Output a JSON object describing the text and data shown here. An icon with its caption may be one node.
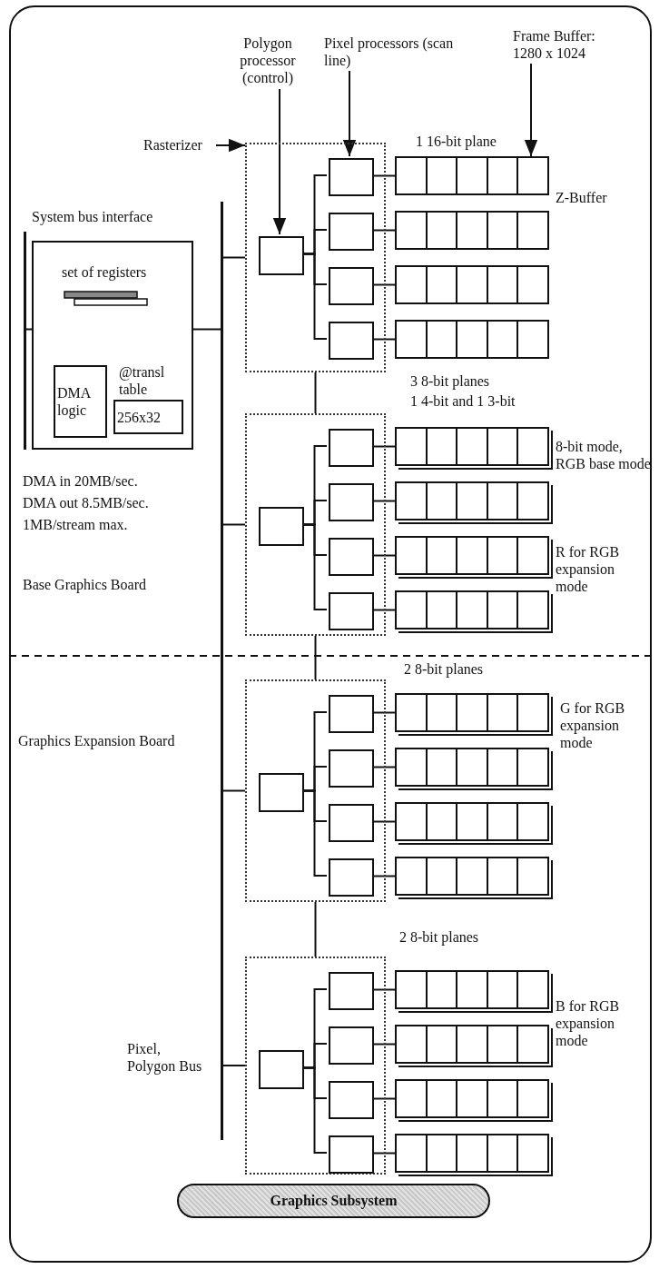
{
  "diagram": {
    "nodes": [
      {
        "text": [
          "Polygon processor (control)"
        ]
      },
      {
        "text": [
          "Pixel processors (scan line)"
        ]
      },
      {
        "text": [
          "Frame Buffer: 1280 x 1024"
        ]
      },
      {
        "text": [
          "Rasterizer"
        ]
      },
      {
        "text": [
          "System bus interface"
        ]
      },
      {
        "text": [
          "DMA logic"
        ],
        "in": 4
      },
      {
        "text": [
          "256x32"
        ],
        "in": 4,
        "beside": [
          "@transl table"
        ]
      },
      {
        "text": [],
        "shape": "bar"
      },
      {
        "text": [],
        "shape": "bar",
        "beside": [
          "Pixel, Polygon Bus"
        ]
      },
      {
        "text": [],
        "shape": "box"
      },
      {
        "text": [],
        "shape": "box",
        "in": 9
      },
      {
        "text": [],
        "shape": "box",
        "in": 9
      },
      {
        "text": [],
        "shape": "box",
        "in": 9
      },
      {
        "text": [],
        "shape": "box",
        "in": 9
      },
      {
        "text": [],
        "shape": "box",
        "in": 9
      },
      {
        "text": [],
        "shape": "box"
      },
      {
        "text": [],
        "shape": "box"
      },
      {
        "text": [],
        "shape": "box"
      },
      {
        "text": [],
        "shape": "box"
      },
      {
        "text": [],
        "shape": "box"
      },
      {
        "text": [],
        "shape": "box",
        "in": 19
      },
      {
        "text": [],
        "shape": "box",
        "in": 19
      },
      {
        "text": [],
        "shape": "box",
        "in": 19
      },
      {
        "text": [],
        "shape": "box",
        "in": 19
      },
      {
        "text": [],
        "shape": "box",
        "in": 19
      },
      {
        "text": [],
        "shape": "box"
      },
      {
        "text": [],
        "shape": "box"
      },
      {
        "text": [],
        "shape": "box"
      },
      {
        "text": [],
        "shape": "box"
      },
      {
        "text": [],
        "shape": "box"
      },
      {
        "text": [],
        "shape": "box",
        "in": 29
      },
      {
        "text": [],
        "shape": "box",
        "in": 29
      },
      {
        "text": [],
        "shape": "box",
        "in": 29
      },
      {
        "text": [],
        "shape": "box",
        "in": 29
      },
      {
        "text": [],
        "shape": "box",
        "in": 29
      },
      {
        "text": [],
        "shape": "box"
      },
      {
        "text": [],
        "shape": "box"
      },
      {
        "text": [],
        "shape": "box"
      },
      {
        "text": [],
        "shape": "box"
      },
      {
        "text": [],
        "shape": "box"
      },
      {
        "text": [],
        "shape": "box",
        "in": 39
      },
      {
        "text": [],
        "shape": "box",
        "in": 39
      },
      {
        "text": [],
        "shape": "box",
        "in": 39
      },
      {
        "text": [],
        "shape": "box",
        "in": 39
      },
      {
        "text": [],
        "shape": "box",
        "in": 39
      },
      {
        "text": [],
        "shape": "box"
      },
      {
        "text": [],
        "shape": "box"
      },
      {
        "text": [],
        "shape": "box"
      },
      {
        "text": [],
        "shape": "box"
      },
      {
        "text": [
          "Graphics Subsystem"
        ]
      }
    ],
    "edges": [
      {
        "from": 0,
        "to": 10,
        "arrow": "to"
      },
      {
        "from": 1,
        "to": 11,
        "arrow": "to"
      },
      {
        "from": 2,
        "to": 15,
        "arrow": "to"
      },
      {
        "from": 3,
        "to": 9,
        "arrow": "to"
      },
      {
        "from": 7,
        "to": 4,
        "arrow": "none"
      },
      {
        "from": 4,
        "to": 8,
        "arrow": "none"
      },
      {
        "from": 8,
        "to": 9,
        "arrow": "none"
      },
      {
        "from": 10,
        "to": 11,
        "arrow": "none"
      },
      {
        "from": 10,
        "to": 12,
        "arrow": "none"
      },
      {
        "from": 10,
        "to": 13,
        "arrow": "none"
      },
      {
        "from": 10,
        "to": 14,
        "arrow": "none"
      },
      {
        "from": 11,
        "to": 15,
        "arrow": "none"
      },
      {
        "from": 12,
        "to": 16,
        "arrow": "none"
      },
      {
        "from": 13,
        "to": 17,
        "arrow": "none"
      },
      {
        "from": 14,
        "to": 18,
        "arrow": "none"
      },
      {
        "from": 9,
        "to": 19,
        "arrow": "none"
      },
      {
        "from": 8,
        "to": 19,
        "arrow": "none"
      },
      {
        "from": 20,
        "to": 21,
        "arrow": "none"
      },
      {
        "from": 20,
        "to": 22,
        "arrow": "none"
      },
      {
        "from": 20,
        "to": 23,
        "arrow": "none"
      },
      {
        "from": 20,
        "to": 24,
        "arrow": "none"
      },
      {
        "from": 21,
        "to": 25,
        "arrow": "none"
      },
      {
        "from": 22,
        "to": 26,
        "arrow": "none"
      },
      {
        "from": 23,
        "to": 27,
        "arrow": "none"
      },
      {
        "from": 24,
        "to": 28,
        "arrow": "none"
      },
      {
        "from": 19,
        "to": 29,
        "arrow": "none"
      },
      {
        "from": 8,
        "to": 29,
        "arrow": "none"
      },
      {
        "from": 30,
        "to": 31,
        "arrow": "none"
      },
      {
        "from": 30,
        "to": 32,
        "arrow": "none"
      },
      {
        "from": 30,
        "to": 33,
        "arrow": "none"
      },
      {
        "from": 30,
        "to": 34,
        "arrow": "none"
      },
      {
        "from": 31,
        "to": 35,
        "arrow": "none"
      },
      {
        "from": 32,
        "to": 36,
        "arrow": "none"
      },
      {
        "from": 33,
        "to": 37,
        "arrow": "none"
      },
      {
        "from": 34,
        "to": 38,
        "arrow": "none"
      },
      {
        "from": 29,
        "to": 39,
        "arrow": "none"
      },
      {
        "from": 8,
        "to": 39,
        "arrow": "none"
      },
      {
        "from": 40,
        "to": 41,
        "arrow": "none"
      },
      {
        "from": 40,
        "to": 42,
        "arrow": "none"
      },
      {
        "from": 40,
        "to": 43,
        "arrow": "none"
      },
      {
        "from": 40,
        "to": 44,
        "arrow": "none"
      },
      {
        "from": 41,
        "to": 45,
        "arrow": "none"
      },
      {
        "from": 42,
        "to": 46,
        "arrow": "none"
      },
      {
        "from": 43,
        "to": 47,
        "arrow": "none"
      },
      {
        "from": 44,
        "to": 48,
        "arrow": "none"
      }
    ],
    "labels": [
      "set of registers",
      "DMA in 20MB/sec.",
      "DMA out 8.5MB/sec.",
      "1MB/stream max.",
      "Base Graphics Board",
      "Graphics Expansion Board",
      "1 16-bit plane",
      "Z-Buffer",
      "3 8-bit planes",
      "1 4-bit and 1 3-bit",
      "8-bit mode, RGB base mode",
      "R for RGB expansion mode",
      "2 8-bit planes",
      "G for RGB expansion mode",
      "2 8-bit planes",
      "B for RGB expansion mode"
    ]
  }
}
